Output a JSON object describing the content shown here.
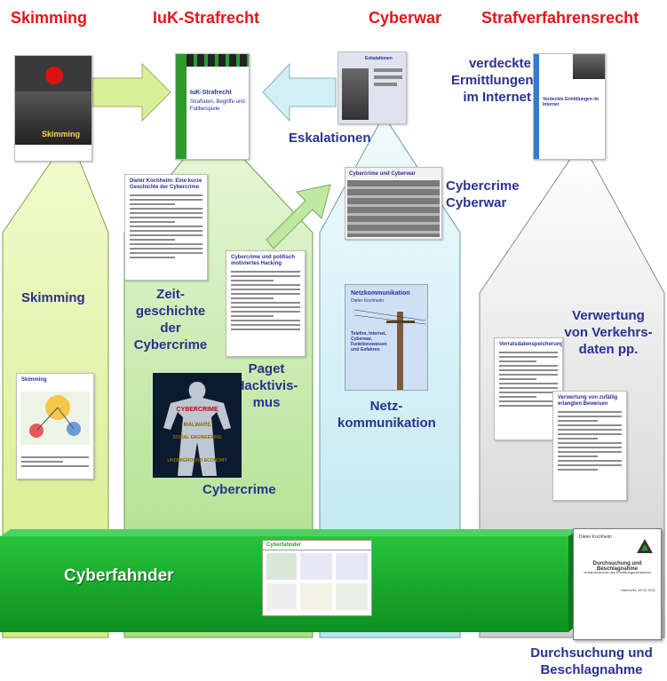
{
  "headers": {
    "skimming": "Skimming",
    "iuk": "IuK-Strafrecht",
    "cyberwar": "Cyberwar",
    "strafverfahren": "Strafverfahrensrecht"
  },
  "labels": {
    "verdeckte": "verdeckte Ermittlungen im Internet",
    "eskalationen": "Eskalationen",
    "cybercrime_cyberwar": "Cybercrime Cyberwar",
    "skimming_col": "Skimming",
    "zeitgeschichte": "Zeit-geschichte der Cybercrime",
    "paget": "Paget Hacktivis-mus",
    "cybercrime": "Cybercrime",
    "netzkommunikation": "Netz-kommunikation",
    "verwertung": "Verwertung von Verkehrs-daten pp.",
    "cyberfahnder": "Cyberfahnder",
    "durchsuchung": "Durchsuchung und Beschlagnahme"
  },
  "documents": {
    "skimming_cover_caption": "Skimming",
    "iuk_cover_title": "IuK-Strafrecht",
    "iuk_cover_sub": "Straftaten, Begriffe und Fallbeispiele",
    "eskalationen_cover_title": "Eskalationen",
    "verdeckte_cover_title": "Verdeckte Ermittlungen im Internet",
    "cyber_cover_title": "Cybercrime und Cyberwar",
    "zeit_doc_title": "Dieter Kochheim: Eine kurze Geschichte der Cybercrime",
    "paget_doc_title": "Cybercrime und politisch motiviertes Hacking",
    "netz_cover_title": "Netzkommunikation",
    "netz_cover_author": "Dieter Kochheim",
    "netz_cover_items": "Telefon, Internet, Cyberwar, Funktionsweisen und Gefahren",
    "poster_lines": [
      "CYBERCRIME",
      "MALWARE",
      "SOCIAL ENGINEERING",
      "UNDERGROUND ECONOMY"
    ],
    "verw1_title": "Vorratsdatenspeicherung",
    "verw2_title": "Verwertung von zufällig erlangten Beweisen",
    "skim_doc_title": "Skimming",
    "web_header": "Cyberfahnder",
    "durch_author": "Dieter Kochheim",
    "durch_title": "Durchsuchung und Beschlagnahme",
    "durch_sub": "Verfahrensrecht des Ermittlungsverfahrens",
    "durch_footer": "Hannover, 16.12.2011"
  },
  "colors": {
    "header_red": "#e8141a",
    "label_blue": "#2a3190",
    "skimming_arrow": "#ddf09c",
    "iuk_arrow": "#bfe8a0",
    "cyberwar_arrow": "#c9ecf3",
    "strafv_arrow": "#d9d9d9",
    "cyberfahnder_bar": "#1aaa2c"
  }
}
